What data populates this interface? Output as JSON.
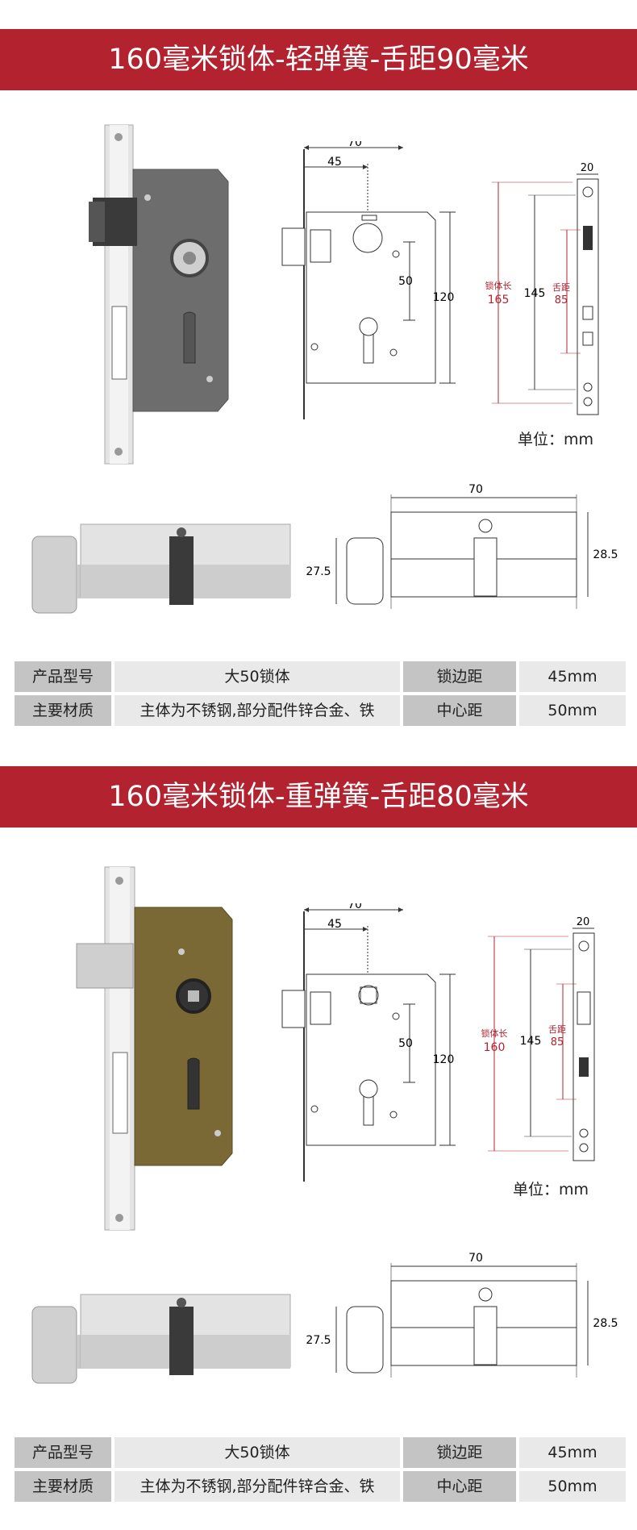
{
  "sections": [
    {
      "title": "160毫米锁体-轻弹簧-舌距90毫米",
      "lock_finish": "gray",
      "dims": {
        "width": "70",
        "backset": "45",
        "center": "50",
        "height": "120",
        "face_width": "20",
        "face_label_line1": "锁体长",
        "face_length": "165",
        "inner_length": "145",
        "latch_label_line1": "舌距",
        "latch_dist": "85"
      },
      "unit": "单位：mm",
      "cylinder_dims": {
        "length": "70",
        "knob_height": "27.5",
        "body_height": "28.5"
      },
      "specs": {
        "label1": "产品型号",
        "value1": "大50锁体",
        "label2": "锁边距",
        "value2": "45mm",
        "label3": "主要材质",
        "value3": "主体为不锈钢,部分配件锌合金、铁",
        "label4": "中心距",
        "value4": "50mm"
      }
    },
    {
      "title": "160毫米锁体-重弹簧-舌距80毫米",
      "lock_finish": "bronze",
      "dims": {
        "width": "70",
        "backset": "45",
        "center": "50",
        "height": "120",
        "face_width": "20",
        "face_label_line1": "锁体长",
        "face_length": "160",
        "inner_length": "145",
        "latch_label_line1": "舌距",
        "latch_dist": "85"
      },
      "unit": "单位：mm",
      "cylinder_dims": {
        "length": "70",
        "knob_height": "27.5",
        "body_height": "28.5"
      },
      "specs": {
        "label1": "产品型号",
        "value1": "大50锁体",
        "label2": "锁边距",
        "value2": "45mm",
        "label3": "主要材质",
        "value3": "主体为不锈钢,部分配件锌合金、铁",
        "label4": "中心距",
        "value4": "50mm"
      }
    }
  ],
  "colors": {
    "banner": "#b3232f",
    "dim_red": "#b3232f",
    "table_dark": "#c4c4c4",
    "table_light": "#e9e9e9"
  }
}
